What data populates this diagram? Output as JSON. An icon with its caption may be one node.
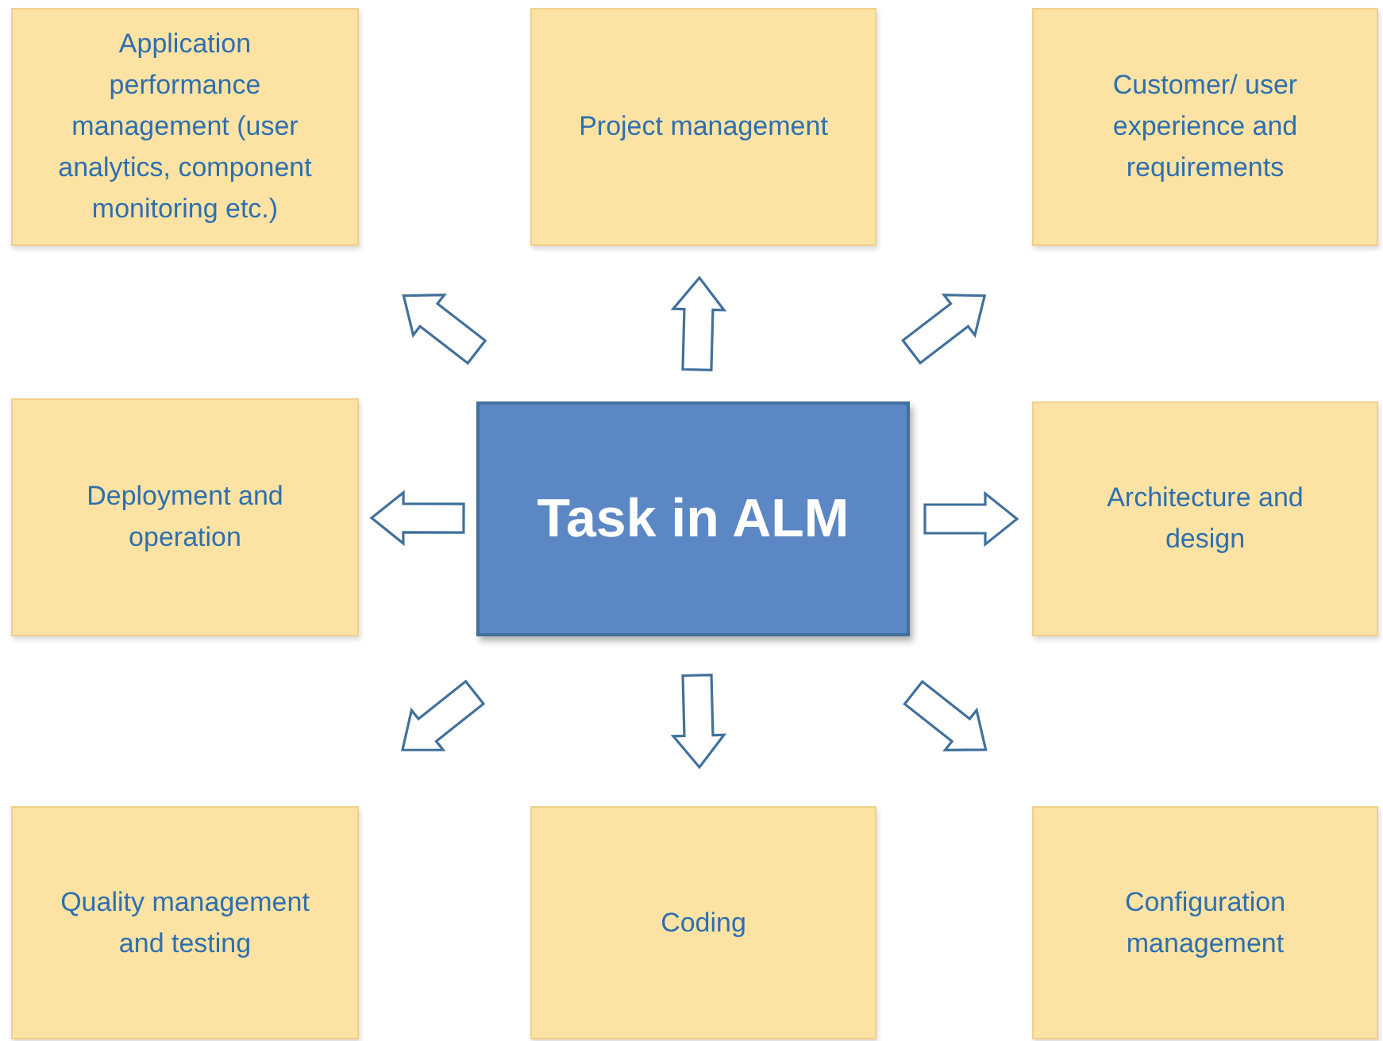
{
  "diagram": {
    "nodes": [
      {
        "text": [
          "Task in ALM"
        ]
      },
      {
        "text": [
          "Application performance management (user analytics, component monitoring etc.)"
        ]
      },
      {
        "text": [
          "Project management"
        ]
      },
      {
        "text": [
          "Customer/ user experience and requirements"
        ]
      },
      {
        "text": [
          "Deployment and operation"
        ]
      },
      {
        "text": [
          "Architecture and design"
        ]
      },
      {
        "text": [
          "Quality management and testing"
        ]
      },
      {
        "text": [
          "Coding"
        ]
      },
      {
        "text": [
          "Configuration management"
        ]
      }
    ],
    "edges": [
      {
        "from": 0,
        "to": 1,
        "arrow": "to"
      },
      {
        "from": 0,
        "to": 2,
        "arrow": "to"
      },
      {
        "from": 0,
        "to": 3,
        "arrow": "to"
      },
      {
        "from": 0,
        "to": 4,
        "arrow": "to"
      },
      {
        "from": 0,
        "to": 5,
        "arrow": "to"
      },
      {
        "from": 0,
        "to": 6,
        "arrow": "to"
      },
      {
        "from": 0,
        "to": 7,
        "arrow": "to"
      },
      {
        "from": 0,
        "to": 8,
        "arrow": "to"
      }
    ]
  }
}
